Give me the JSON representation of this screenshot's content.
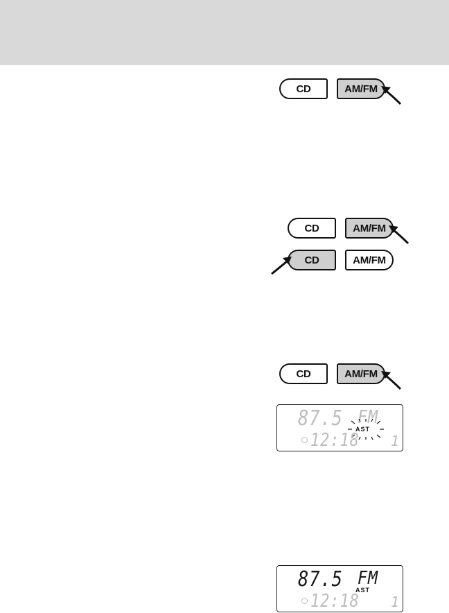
{
  "buttons": {
    "cd_label": "CD",
    "amfm_label": "AM/FM"
  },
  "display_seeking": {
    "frequency": "87.5",
    "band": "FM",
    "indicator": "AST",
    "clock": "12:18",
    "preset": "1"
  },
  "display_final": {
    "frequency": "87.5",
    "band": "FM",
    "indicator": "AST",
    "clock": "12:18",
    "preset": "1"
  },
  "colors": {
    "header_band": "#d9d9d9",
    "pressed_button": "#cfcfcf",
    "unlit_segment": "#bdbdbd",
    "lit_segment": "#1a1a1a"
  },
  "icons": [
    "press-arrow-icon",
    "clock-icon",
    "flash-indicator-icon"
  ]
}
